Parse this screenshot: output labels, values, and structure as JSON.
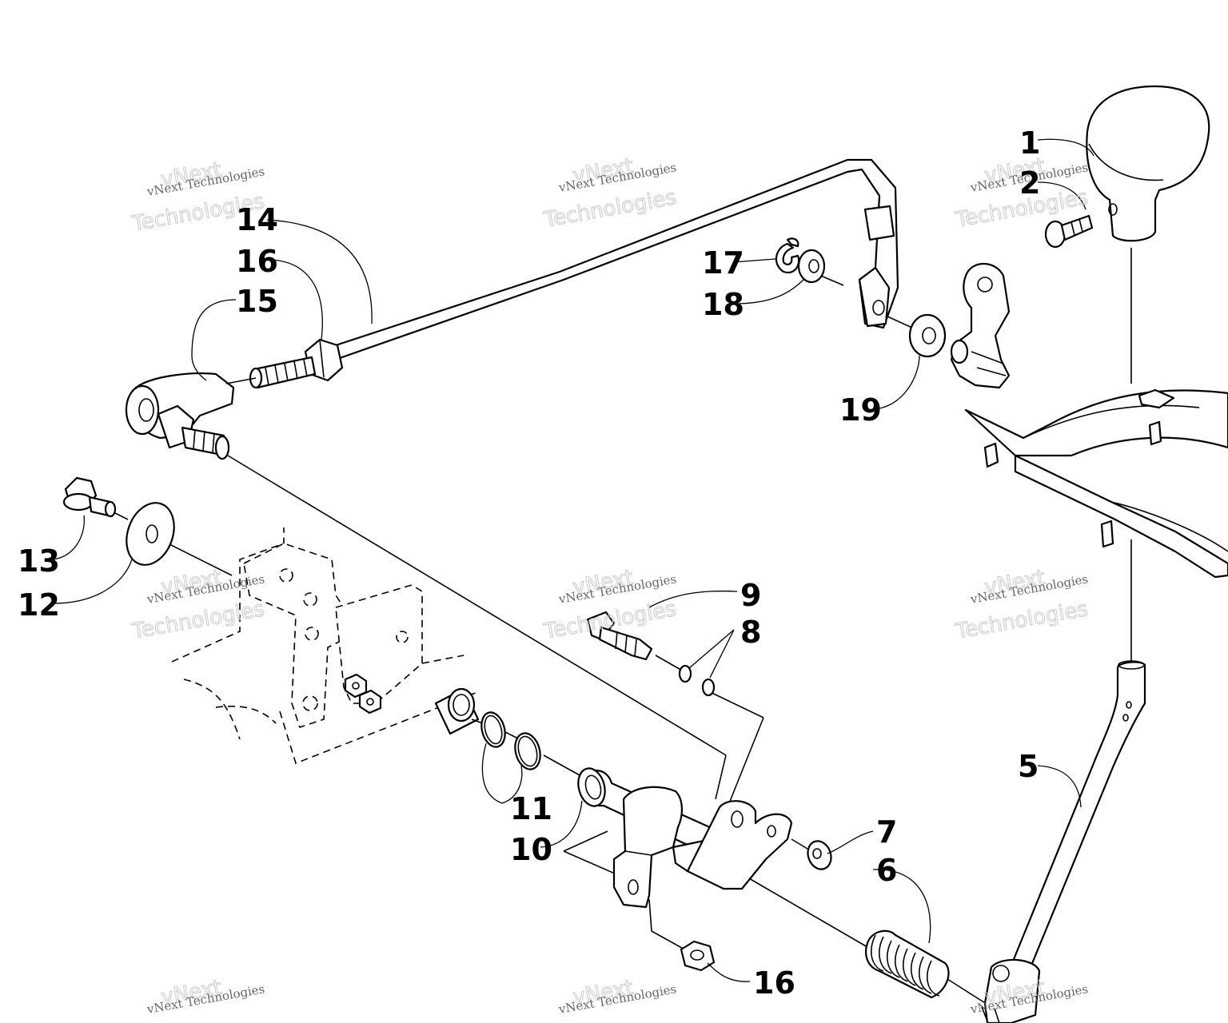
{
  "watermark": {
    "line1": "vNext Technologies",
    "line2a": "vNext",
    "line2b": "Technologies"
  },
  "callouts": {
    "c1": "1",
    "c2": "2",
    "c5": "5",
    "c6": "6",
    "c7": "7",
    "c8": "8",
    "c9": "9",
    "c10": "10",
    "c11": "11",
    "c12": "12",
    "c13": "13",
    "c14": "14",
    "c15": "15",
    "c16a": "16",
    "c16b": "16",
    "c17": "17",
    "c18": "18",
    "c19": "19"
  }
}
